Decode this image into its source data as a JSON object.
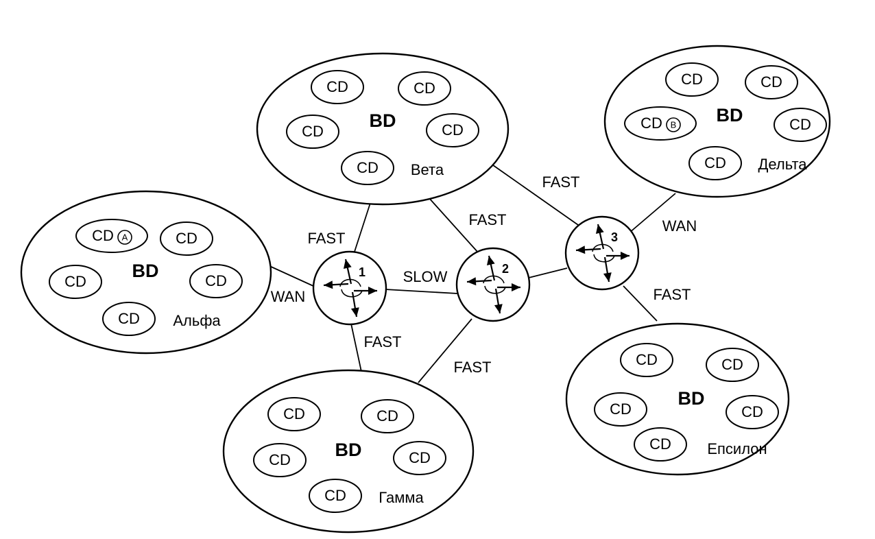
{
  "domains": [
    {
      "id": "alpha",
      "bd": "BD",
      "name": "Альфа",
      "cds": [
        "CD",
        "CD",
        "CD",
        "CD",
        "CD"
      ],
      "marker": {
        "cd_index": 0,
        "label": "A"
      }
    },
    {
      "id": "beta",
      "bd": "BD",
      "name": "Вета",
      "cds": [
        "CD",
        "CD",
        "CD",
        "CD",
        "CD"
      ]
    },
    {
      "id": "gamma",
      "bd": "BD",
      "name": "Гамма",
      "cds": [
        "CD",
        "CD",
        "CD",
        "CD",
        "CD"
      ]
    },
    {
      "id": "delta",
      "bd": "BD",
      "name": "Дельта",
      "cds": [
        "CD",
        "CD",
        "CD",
        "CD",
        "CD"
      ],
      "marker": {
        "cd_index": 2,
        "label": "B"
      }
    },
    {
      "id": "epsilon",
      "bd": "BD",
      "name": "Епсилон",
      "cds": [
        "CD",
        "CD",
        "CD",
        "CD",
        "CD"
      ]
    }
  ],
  "routers": [
    {
      "id": "r1",
      "label": "1"
    },
    {
      "id": "r2",
      "label": "2"
    },
    {
      "id": "r3",
      "label": "3"
    }
  ],
  "links": [
    {
      "id": "alpha-r1",
      "label": "WAN"
    },
    {
      "id": "beta-r1",
      "label": "FAST"
    },
    {
      "id": "beta-r2",
      "label": "FAST"
    },
    {
      "id": "beta-r3",
      "label": "FAST"
    },
    {
      "id": "r1-r2",
      "label": "SLOW"
    },
    {
      "id": "r1-gamma",
      "label": "FAST"
    },
    {
      "id": "r2-gamma",
      "label": "FAST"
    },
    {
      "id": "r2-r3",
      "label": ""
    },
    {
      "id": "r3-delta",
      "label": "WAN"
    },
    {
      "id": "r3-epsilon",
      "label": "FAST"
    }
  ]
}
